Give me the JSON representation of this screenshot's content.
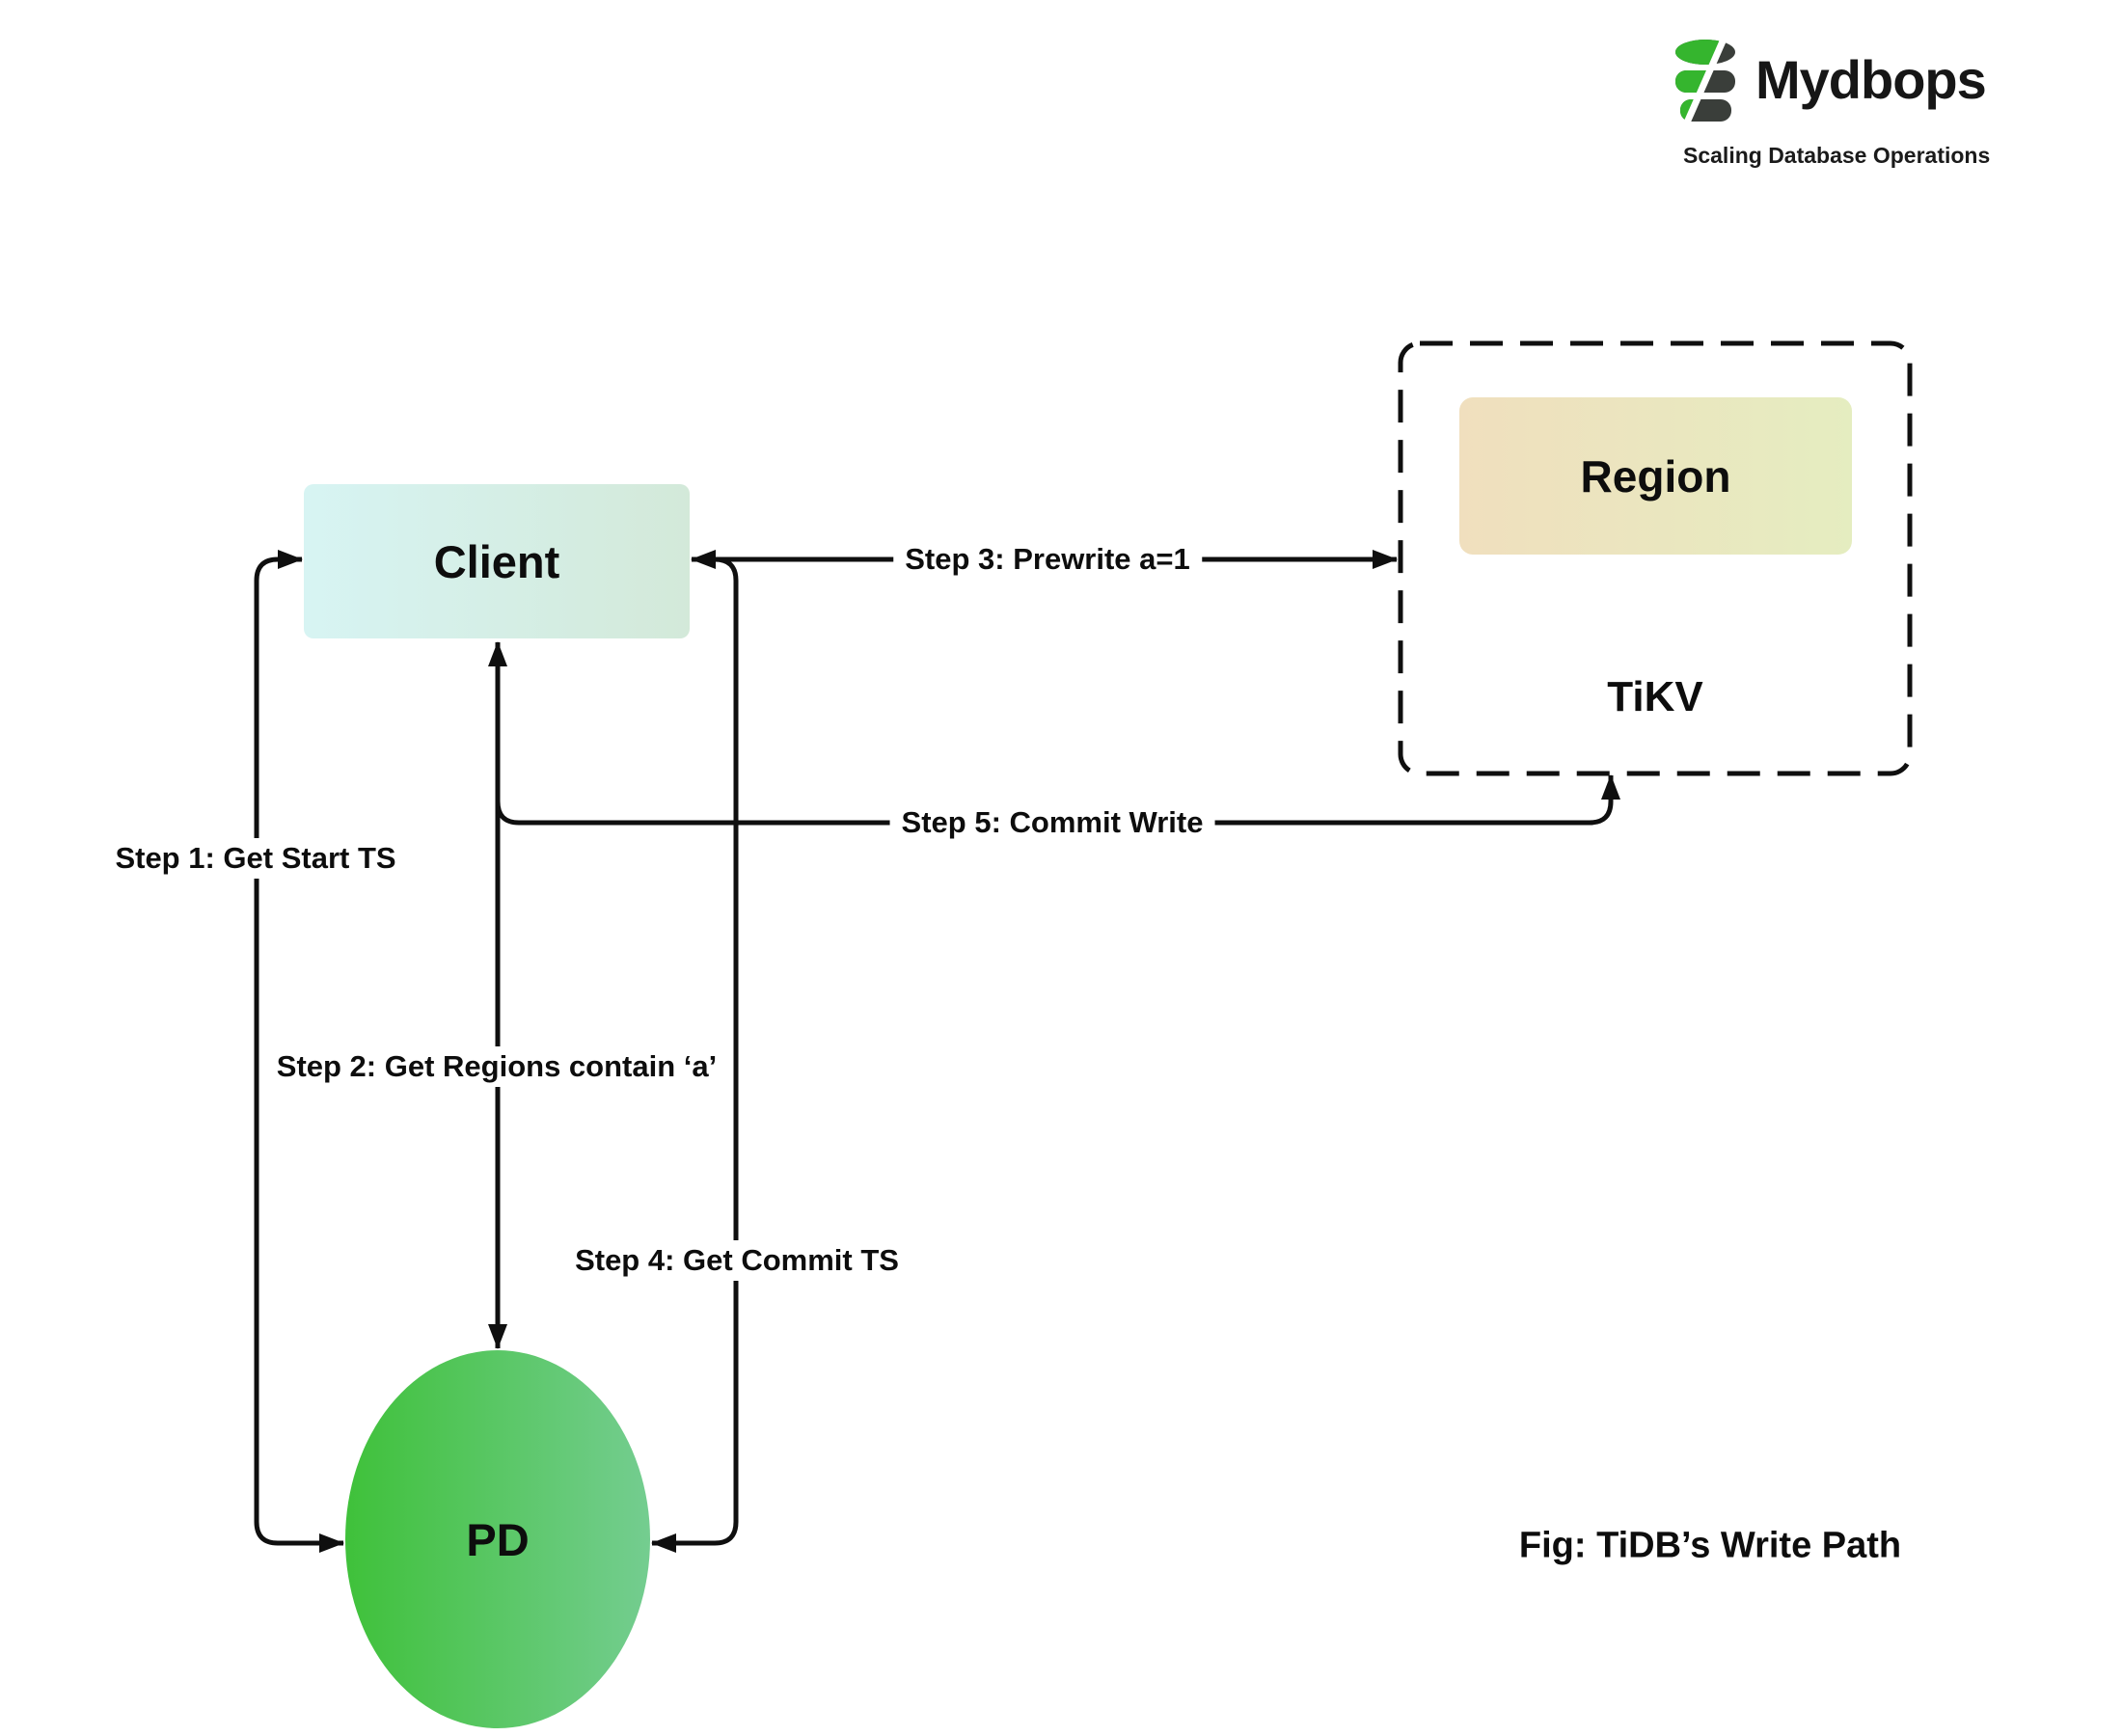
{
  "brand": {
    "name": "Mydbops",
    "tagline": "Scaling Database Operations"
  },
  "nodes": {
    "client": {
      "label": "Client"
    },
    "region": {
      "label": "Region"
    },
    "tikv": {
      "label": "TiKV"
    },
    "pd": {
      "label": "PD"
    }
  },
  "steps": [
    {
      "label": "Step 1: Get Start TS"
    },
    {
      "label": "Step 2: Get Regions contain ‘a’"
    },
    {
      "label": "Step 3: Prewrite a=1"
    },
    {
      "label": "Step 4: Get Commit TS"
    },
    {
      "label": "Step 5: Commit Write"
    }
  ],
  "caption": "Fig: TiDB’s Write Path",
  "colors": {
    "line": "#0f0f0f",
    "client_gradient": [
      "#d7f4f3",
      "#d3e9d9"
    ],
    "region_gradient": [
      "#f0dfbe",
      "#e5edc0"
    ],
    "pd_gradient": [
      "#3fc13a",
      "#74cd90"
    ],
    "logo_green": "#35b52e",
    "logo_dark": "#3a3e3a"
  }
}
